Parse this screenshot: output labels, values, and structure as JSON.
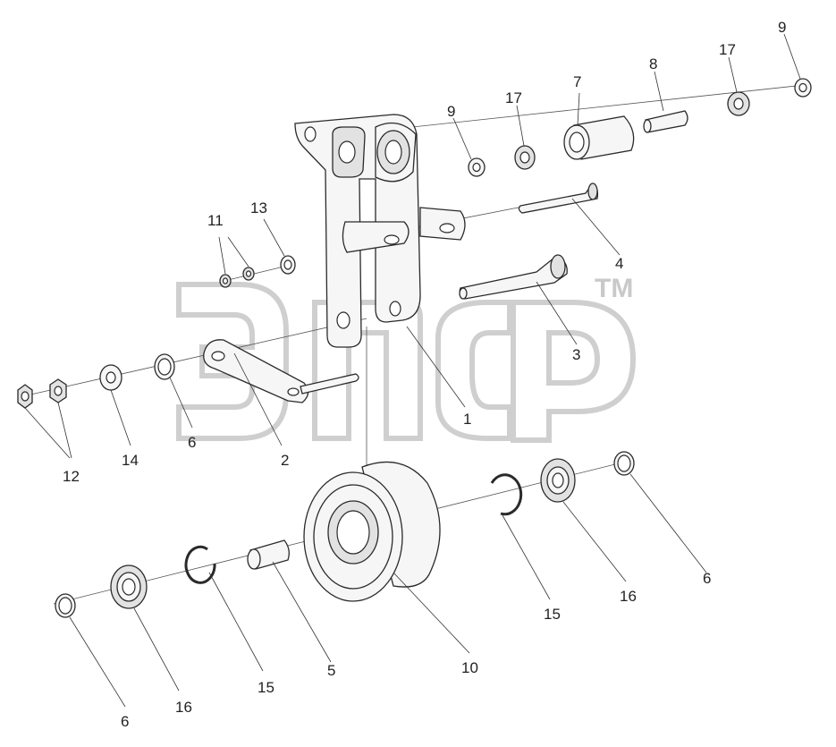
{
  "watermark": {
    "trademark": "TM"
  },
  "callouts": {
    "c1": "1",
    "c2": "2",
    "c3": "3",
    "c4": "4",
    "c5": "5",
    "c6a": "6",
    "c6b": "6",
    "c6c": "6",
    "c7": "7",
    "c8": "8",
    "c9a": "9",
    "c9b": "9",
    "c10": "10",
    "c11": "11",
    "c12": "12",
    "c13": "13",
    "c14": "14",
    "c15a": "15",
    "c15b": "15",
    "c16a": "16",
    "c16b": "16",
    "c17a": "17",
    "c17b": "17"
  },
  "colors": {
    "line": "#2a2a2a",
    "watermark": "#cfcfcf",
    "background": "#ffffff"
  }
}
